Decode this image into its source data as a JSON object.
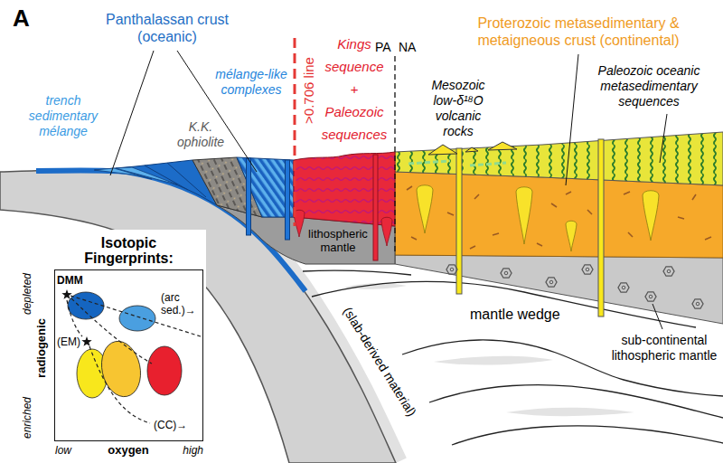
{
  "diagram": {
    "nodes": [
      {
        "text": [
          "Isotopic Fingerprints:"
        ]
      }
    ],
    "labels": [
      "A",
      "Panthalassan crust (oceanic)",
      "trench sedimentary mélange",
      "mélange-like complexes",
      "K.K. ophiolite",
      ">0.706 line",
      "Kings sequence + Paleozoic sequences",
      "PA",
      "NA",
      "Proterozoic metasedimentary & metaigneous crust (continental)",
      "Mesozoic low-δ¹⁸O volcanic rocks",
      "Paleozoic oceanic metasedimentary sequences",
      "lithospheric mantle",
      "mantle wedge",
      "(slab-derived material)",
      "sub-continental lithospheric mantle",
      "DMM",
      "(EM)",
      "(arc sed.)→",
      "(CC)→",
      "depleted",
      "radiogenic",
      "enriched",
      "low",
      "oxygen",
      "high"
    ]
  }
}
